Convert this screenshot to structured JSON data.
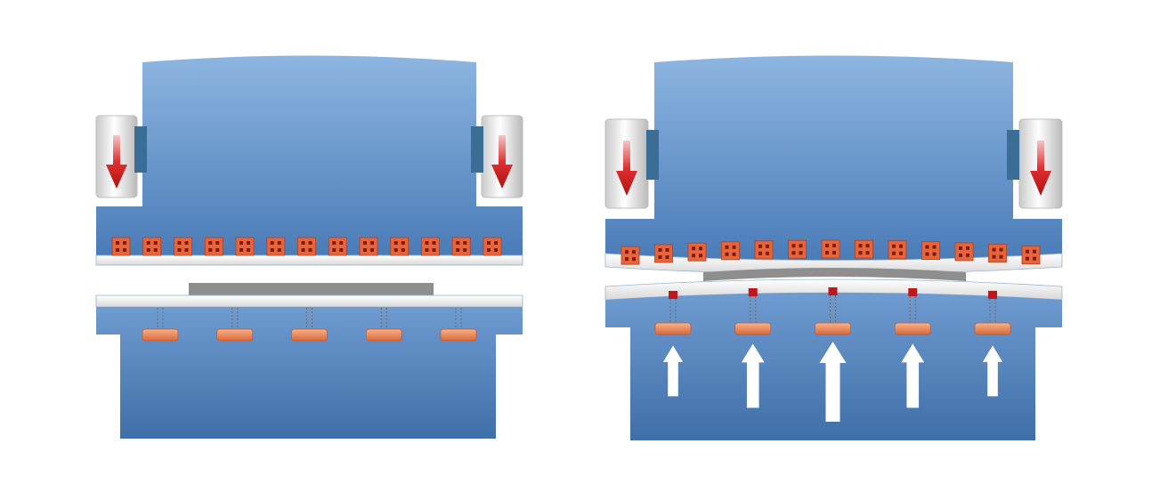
{
  "diagram": {
    "panels": [
      {
        "id": "before",
        "state": "flat",
        "clamp_count": 13,
        "support_count": 5,
        "upward_arrows": []
      },
      {
        "id": "compensated",
        "state": "crowned",
        "clamp_count": 13,
        "support_count": 5,
        "upward_arrows": [
          {
            "position": 1,
            "strength": 0.45
          },
          {
            "position": 2,
            "strength": 0.7
          },
          {
            "position": 3,
            "strength": 1.0
          },
          {
            "position": 4,
            "strength": 0.7
          },
          {
            "position": 5,
            "strength": 0.45
          }
        ]
      }
    ],
    "colors": {
      "frame_top": "#8db5e0",
      "frame_bottom": "#4a7cb8",
      "clamp_fill": "#e8643a",
      "clamp_hole": "#7a1e10",
      "cylinder_arrow": "#d41c1c",
      "support_pad": "#ec8a55",
      "plunger": "#c0171d",
      "workpiece": "#8e8e8e",
      "upward_arrow": "#ffffff"
    },
    "icons": {
      "cylinder": "down-arrow-cylinder-icon",
      "upward": "up-arrow-icon"
    }
  }
}
